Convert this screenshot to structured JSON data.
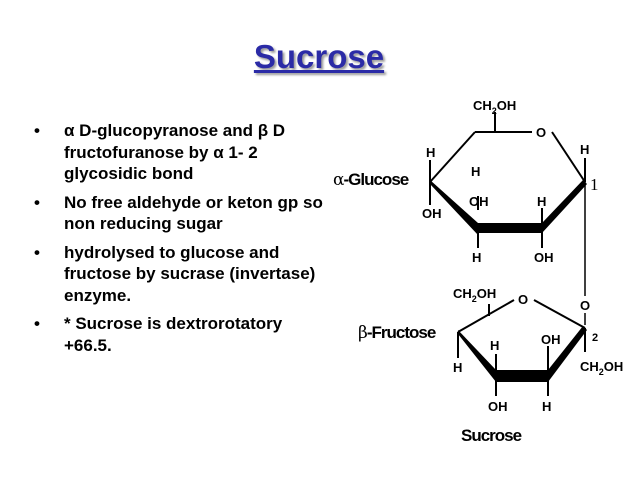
{
  "title": "Sucrose",
  "bullets": [
    "α D-glucopyranose and β D fructofuranose by α 1- 2 glycosidic  bond",
    "No free aldehyde or keton gp so non reducing sugar",
    "hydrolysed to glucose and fructose by sucrase (invertase) enzyme.",
    "* Sucrose is dextrorotatory +66.5."
  ],
  "diagram": {
    "glucose": {
      "name_prefix": "α",
      "name": "-Glucose",
      "ch2": "CH",
      "sub2": "2",
      "oh": "OH",
      "ring_o": "O",
      "c1_label": "1",
      "h": "H"
    },
    "link_o": "O",
    "fructose": {
      "name_prefix": "β",
      "name": "-Fructose",
      "ch2": "CH",
      "sub2": "2",
      "oh": "OH",
      "ring_o": "O",
      "c2_label": "2",
      "h": "H"
    },
    "caption": "Sucrose"
  }
}
